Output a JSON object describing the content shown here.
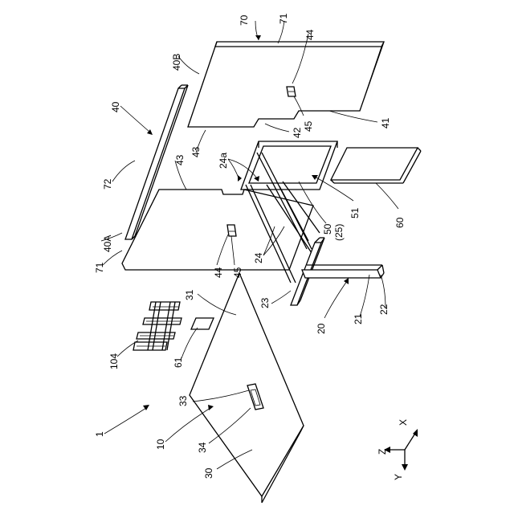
{
  "labels": {
    "l70": "70",
    "l71a": "71",
    "l44a": "44",
    "l40B": "40B",
    "l45a": "45",
    "l41": "41",
    "l42": "42",
    "l43a": "43",
    "l40": "40",
    "l72": "72",
    "l43b": "43",
    "l24a": "24a",
    "l51": "51",
    "l60": "60",
    "l50": "50",
    "l25": "(25)",
    "l24": "24",
    "l40A": "40A",
    "l71b": "71",
    "l44b": "44",
    "l45b": "45",
    "l31": "31",
    "l23": "23",
    "l20": "20",
    "l21": "21",
    "l22": "22",
    "l104": "104",
    "l61": "61",
    "l33": "33",
    "l1": "1",
    "l10": "10",
    "l34": "34",
    "l30": "30"
  },
  "axes": {
    "x": "X",
    "y": "Y",
    "z": "Z"
  }
}
